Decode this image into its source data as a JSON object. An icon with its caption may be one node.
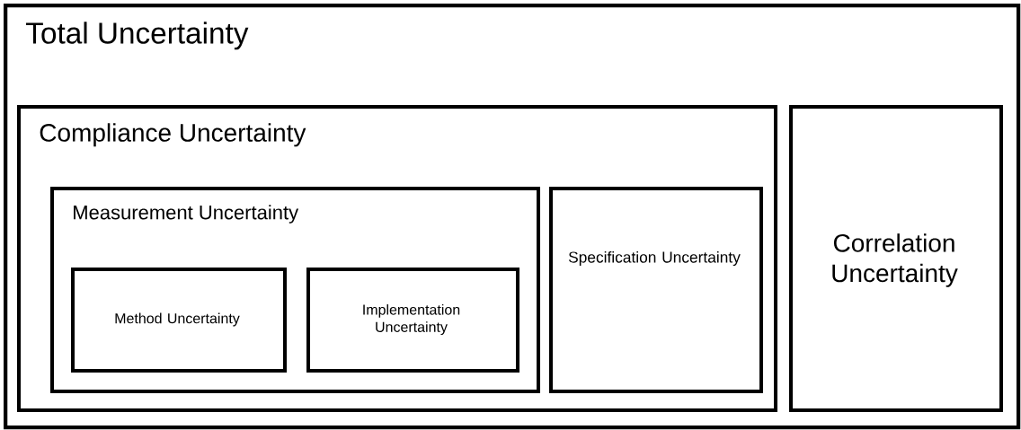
{
  "diagram": {
    "nodes": [
      {
        "text": [
          "Total Uncertainty"
        ]
      },
      {
        "text": [
          "Compliance Uncertainty"
        ],
        "in": 0
      },
      {
        "text": [
          "Measurement Uncertainty"
        ],
        "in": 1
      },
      {
        "text": [
          "Method Uncertainty"
        ],
        "in": 2
      },
      {
        "text": [
          "Implementation Uncertainty"
        ],
        "in": 2
      },
      {
        "text": [
          "Specification Uncertainty"
        ],
        "in": 1
      },
      {
        "text": [
          "Correlation Uncertainty"
        ],
        "in": 0
      }
    ]
  }
}
